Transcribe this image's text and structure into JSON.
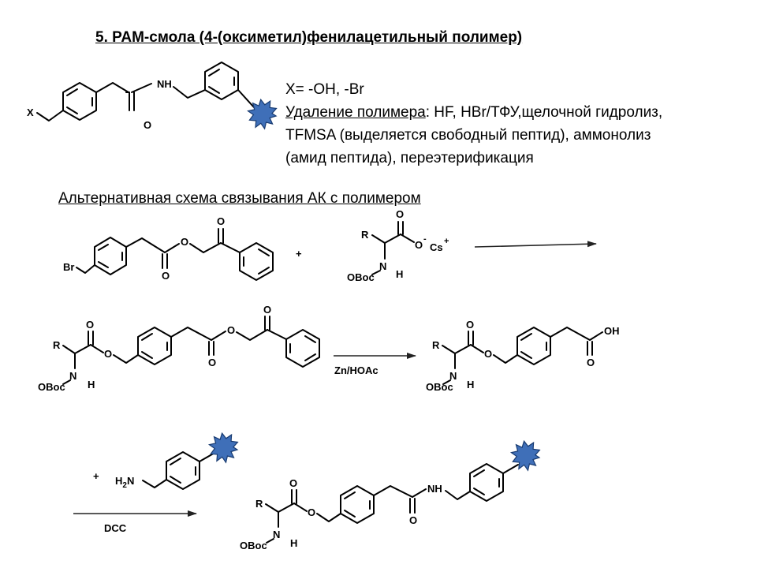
{
  "header": {
    "title": "5. PAM-смола (4-(оксиметил)фенилацетильный полимер)"
  },
  "info": {
    "line1": "X= -OH, -Br",
    "line2_label": "Удаление полимера",
    "line2_rest": ": HF, HBr/ТФУ,щелочной гидролиз,",
    "line3": "TFMSA (выделяется свободный пептид), аммонолиз",
    "line4": "(амид пептида), переэтерификация"
  },
  "alt_heading": "Альтернативная схема связывания АК с полимером",
  "reagents": {
    "step1": "Zn/HOAc",
    "step2": "DCC",
    "plus": "+"
  },
  "atoms": {
    "x": "X",
    "nh": "NH",
    "o": "O",
    "br": "Br",
    "r": "R",
    "n": "N",
    "h": "H",
    "oboc": "OBoc",
    "oh": "OH",
    "cs": "Cs",
    "minus": "-",
    "plus_charge": "+",
    "h2n_h": "H",
    "h2n_2": "2",
    "h2n_n": "N"
  },
  "colors": {
    "polymer_bead": "#3f6fb8",
    "text": "#000000",
    "background": "#ffffff"
  },
  "icons": {
    "polymer_bead": "star-burst-bead-icon",
    "arrow": "reaction-arrow-icon"
  }
}
